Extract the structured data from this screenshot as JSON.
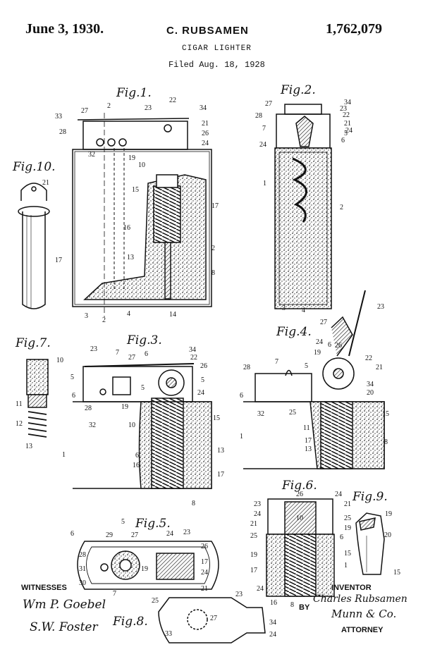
{
  "header": {
    "date": "June 3, 1930.",
    "inventor": "C. RUBSAMEN",
    "patent_number": "1,762,079",
    "title": "CIGAR LIGHTER",
    "filed": "Filed Aug. 18, 1928"
  },
  "figures": {
    "fig1": "Fig.1.",
    "fig2": "Fig.2.",
    "fig3": "Fig.3.",
    "fig4": "Fig.4.",
    "fig5": "Fig.5.",
    "fig6": "Fig.6.",
    "fig7": "Fig.7.",
    "fig8": "Fig.8.",
    "fig9": "Fig.9.",
    "fig10": "Fig.10."
  },
  "signatures": {
    "witnesses_label": "WITNESSES",
    "witness_1": "Wm P. Goebel",
    "witness_2": "S.W. Foster",
    "inventor_label": "INVENTOR",
    "inventor_name": "Charles Rubsamen",
    "by_label": "BY",
    "attorney_signature": "Munn & Co.",
    "attorney_label": "ATTORNEY"
  }
}
